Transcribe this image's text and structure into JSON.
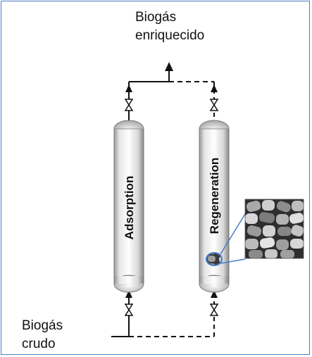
{
  "labels": {
    "output_line1": "Biogás",
    "output_line2": "enriquecido",
    "input_line1": "Biogás",
    "input_line2": "crudo"
  },
  "vessels": [
    {
      "label": "Adsorption",
      "state": "active"
    },
    {
      "label": "Regeneration",
      "state": "regenerating"
    }
  ],
  "colors": {
    "frame": "#4a7bc8",
    "pipe": "#111111",
    "callout": "#4a7bc8",
    "pellets": "#7a7a7a"
  },
  "icons": [
    "valve-icon",
    "arrow-up-icon",
    "adsorbent-pellets-photo"
  ]
}
